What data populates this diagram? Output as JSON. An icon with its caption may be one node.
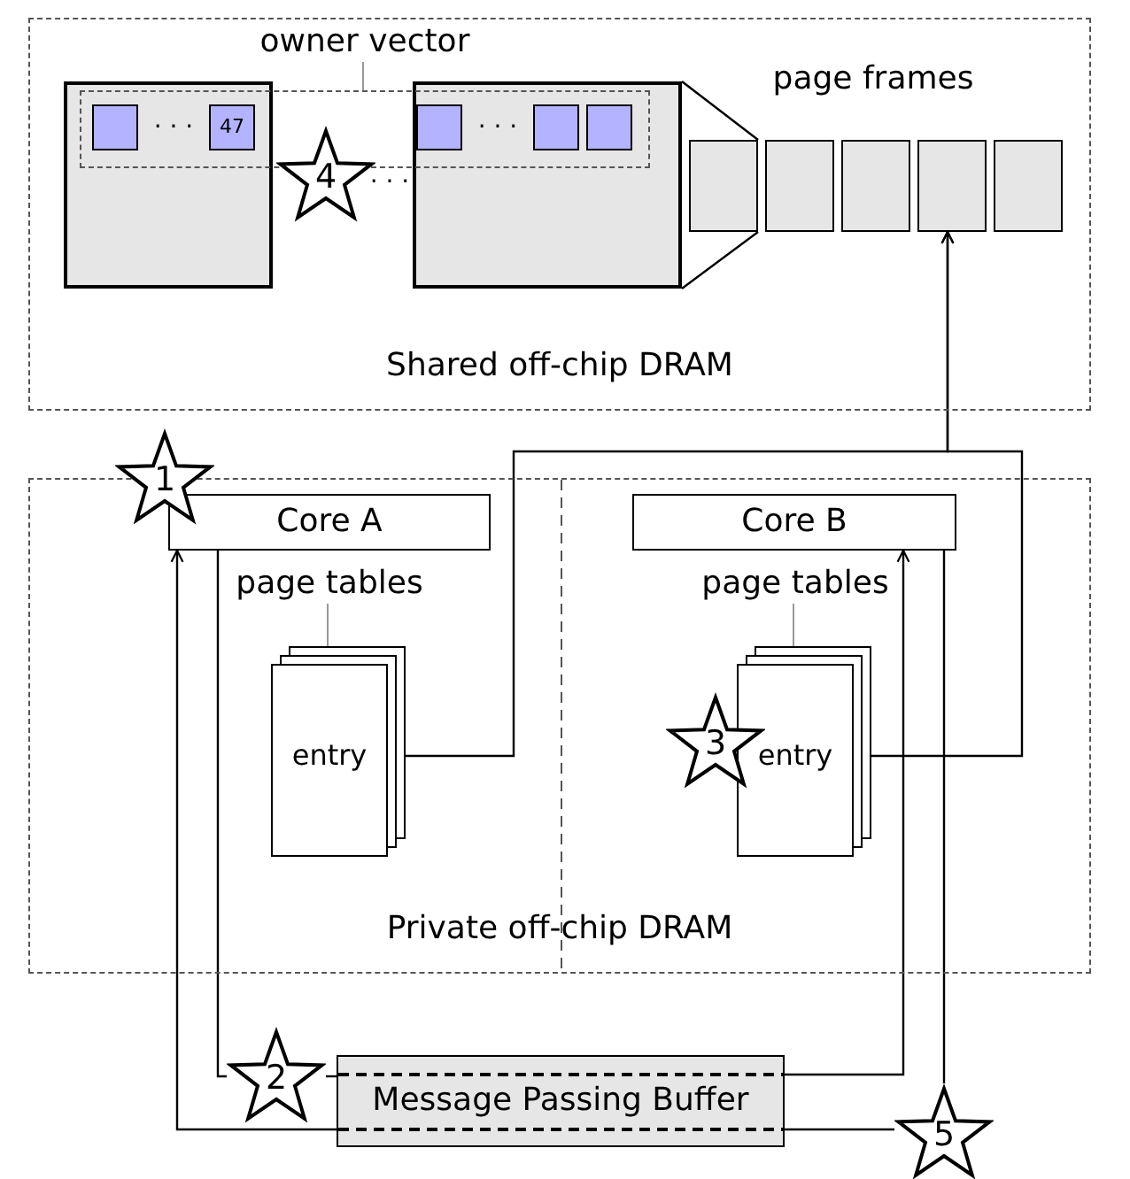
{
  "diagram": {
    "nodes": [
      {
        "text": [
          "Shared off-chip DRAM"
        ]
      },
      {
        "text": [
          "owner vector"
        ],
        "in": 0
      },
      {
        "text": [],
        "shape": "box",
        "in": 0
      },
      {
        "text": [],
        "shape": "box"
      },
      {
        "text": [
          "47"
        ]
      },
      {
        "text": [
          "4"
        ],
        "in": 0
      },
      {
        "text": [],
        "shape": "box",
        "in": 0
      },
      {
        "text": [],
        "shape": "box"
      },
      {
        "text": [],
        "shape": "box"
      },
      {
        "text": [],
        "shape": "box"
      },
      {
        "text": [],
        "shape": "box",
        "in": 0
      },
      {
        "text": [],
        "shape": "box",
        "in": 0
      },
      {
        "text": [],
        "shape": "box",
        "in": 0
      },
      {
        "text": [],
        "shape": "box",
        "in": 0
      },
      {
        "text": [],
        "shape": "box",
        "in": 0
      },
      {
        "text": [],
        "shape": "box",
        "in": 0
      },
      {
        "text": [
          "Private off-chip DRAM"
        ]
      },
      {
        "text": [
          "1"
        ]
      },
      {
        "text": [
          "Core A"
        ],
        "in": 16
      },
      {
        "text": [
          "page tables"
        ],
        "in": 16
      },
      {
        "text": [
          "entry"
        ],
        "in": 16
      },
      {
        "text": [
          "Core B"
        ],
        "in": 16
      },
      {
        "text": [
          "page tables"
        ],
        "in": 16
      },
      {
        "text": [
          "3"
        ],
        "in": 16
      },
      {
        "text": [
          "entry"
        ],
        "in": 16
      },
      {
        "text": [
          "Message Passing Buffer"
        ]
      },
      {
        "text": [
          "2"
        ]
      },
      {
        "text": [
          "5"
        ]
      }
    ],
    "edges": [
      {
        "from": 1,
        "to": 10,
        "arrow": "none",
        "color": "#999999"
      },
      {
        "from": 19,
        "to": 20,
        "arrow": "none",
        "color": "#999999"
      },
      {
        "from": 22,
        "to": 24,
        "arrow": "none",
        "color": "#999999"
      },
      {
        "from": 20,
        "to": 14,
        "arrow": "to"
      },
      {
        "from": 24,
        "to": 14,
        "arrow": "to"
      },
      {
        "from": 18,
        "to": 26,
        "arrow": "none"
      },
      {
        "from": 26,
        "to": 25,
        "arrow": "none"
      },
      {
        "from": 25,
        "to": 21,
        "arrow": "to"
      },
      {
        "from": 21,
        "to": 27,
        "arrow": "none"
      },
      {
        "from": 27,
        "to": 25,
        "arrow": "none"
      },
      {
        "from": 25,
        "to": 18,
        "arrow": "to"
      },
      {
        "from": 6,
        "to": 11,
        "arrow": "none"
      },
      {
        "from": 6,
        "to": 11,
        "arrow": "none"
      }
    ],
    "labels": [
      "page frames",
      "· · ·",
      "· · ·",
      "· · ·"
    ]
  }
}
